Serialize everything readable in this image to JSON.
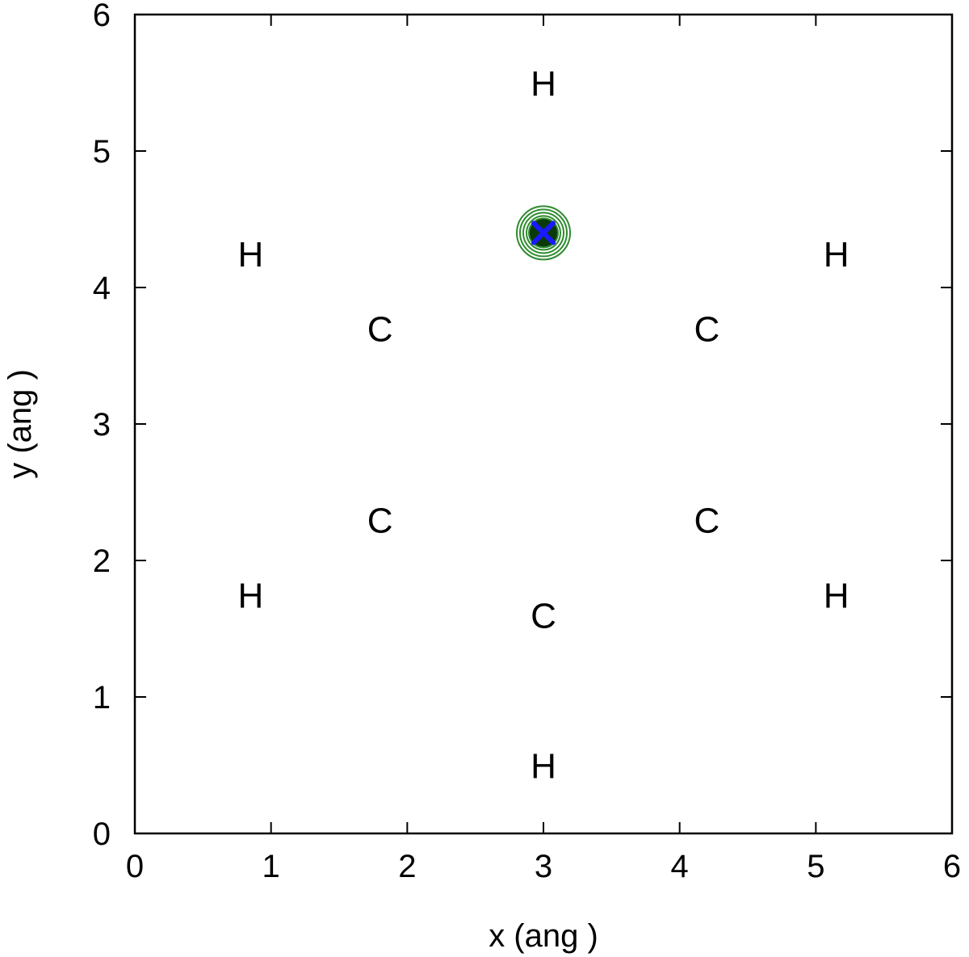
{
  "chart_data": {
    "type": "scatter",
    "title": "",
    "xlabel": "x (ang )",
    "ylabel": "y (ang )",
    "xlim": [
      0,
      6
    ],
    "ylim": [
      0,
      6
    ],
    "xticks": [
      "0",
      "1",
      "2",
      "3",
      "4",
      "5",
      "6"
    ],
    "yticks": [
      "0",
      "1",
      "2",
      "3",
      "4",
      "5",
      "6"
    ],
    "grid": false,
    "atoms": [
      {
        "label": "H",
        "x": 3.0,
        "y": 5.5
      },
      {
        "label": "H",
        "x": 0.85,
        "y": 4.25
      },
      {
        "label": "H",
        "x": 5.15,
        "y": 4.25
      },
      {
        "label": "C",
        "x": 1.8,
        "y": 3.7
      },
      {
        "label": "C",
        "x": 4.2,
        "y": 3.7
      },
      {
        "label": "C",
        "x": 1.8,
        "y": 2.3
      },
      {
        "label": "C",
        "x": 4.2,
        "y": 2.3
      },
      {
        "label": "H",
        "x": 0.85,
        "y": 1.75
      },
      {
        "label": "H",
        "x": 5.15,
        "y": 1.75
      },
      {
        "label": "C",
        "x": 3.0,
        "y": 1.6
      },
      {
        "label": "H",
        "x": 3.0,
        "y": 0.5
      }
    ],
    "marker": {
      "x": 3.0,
      "y": 4.4,
      "symbol": "X",
      "color": "#1a1aff"
    },
    "contour": {
      "x": 3.0,
      "y": 4.4,
      "color": "#2e8b2e",
      "fill": "#0a3a0a"
    }
  }
}
